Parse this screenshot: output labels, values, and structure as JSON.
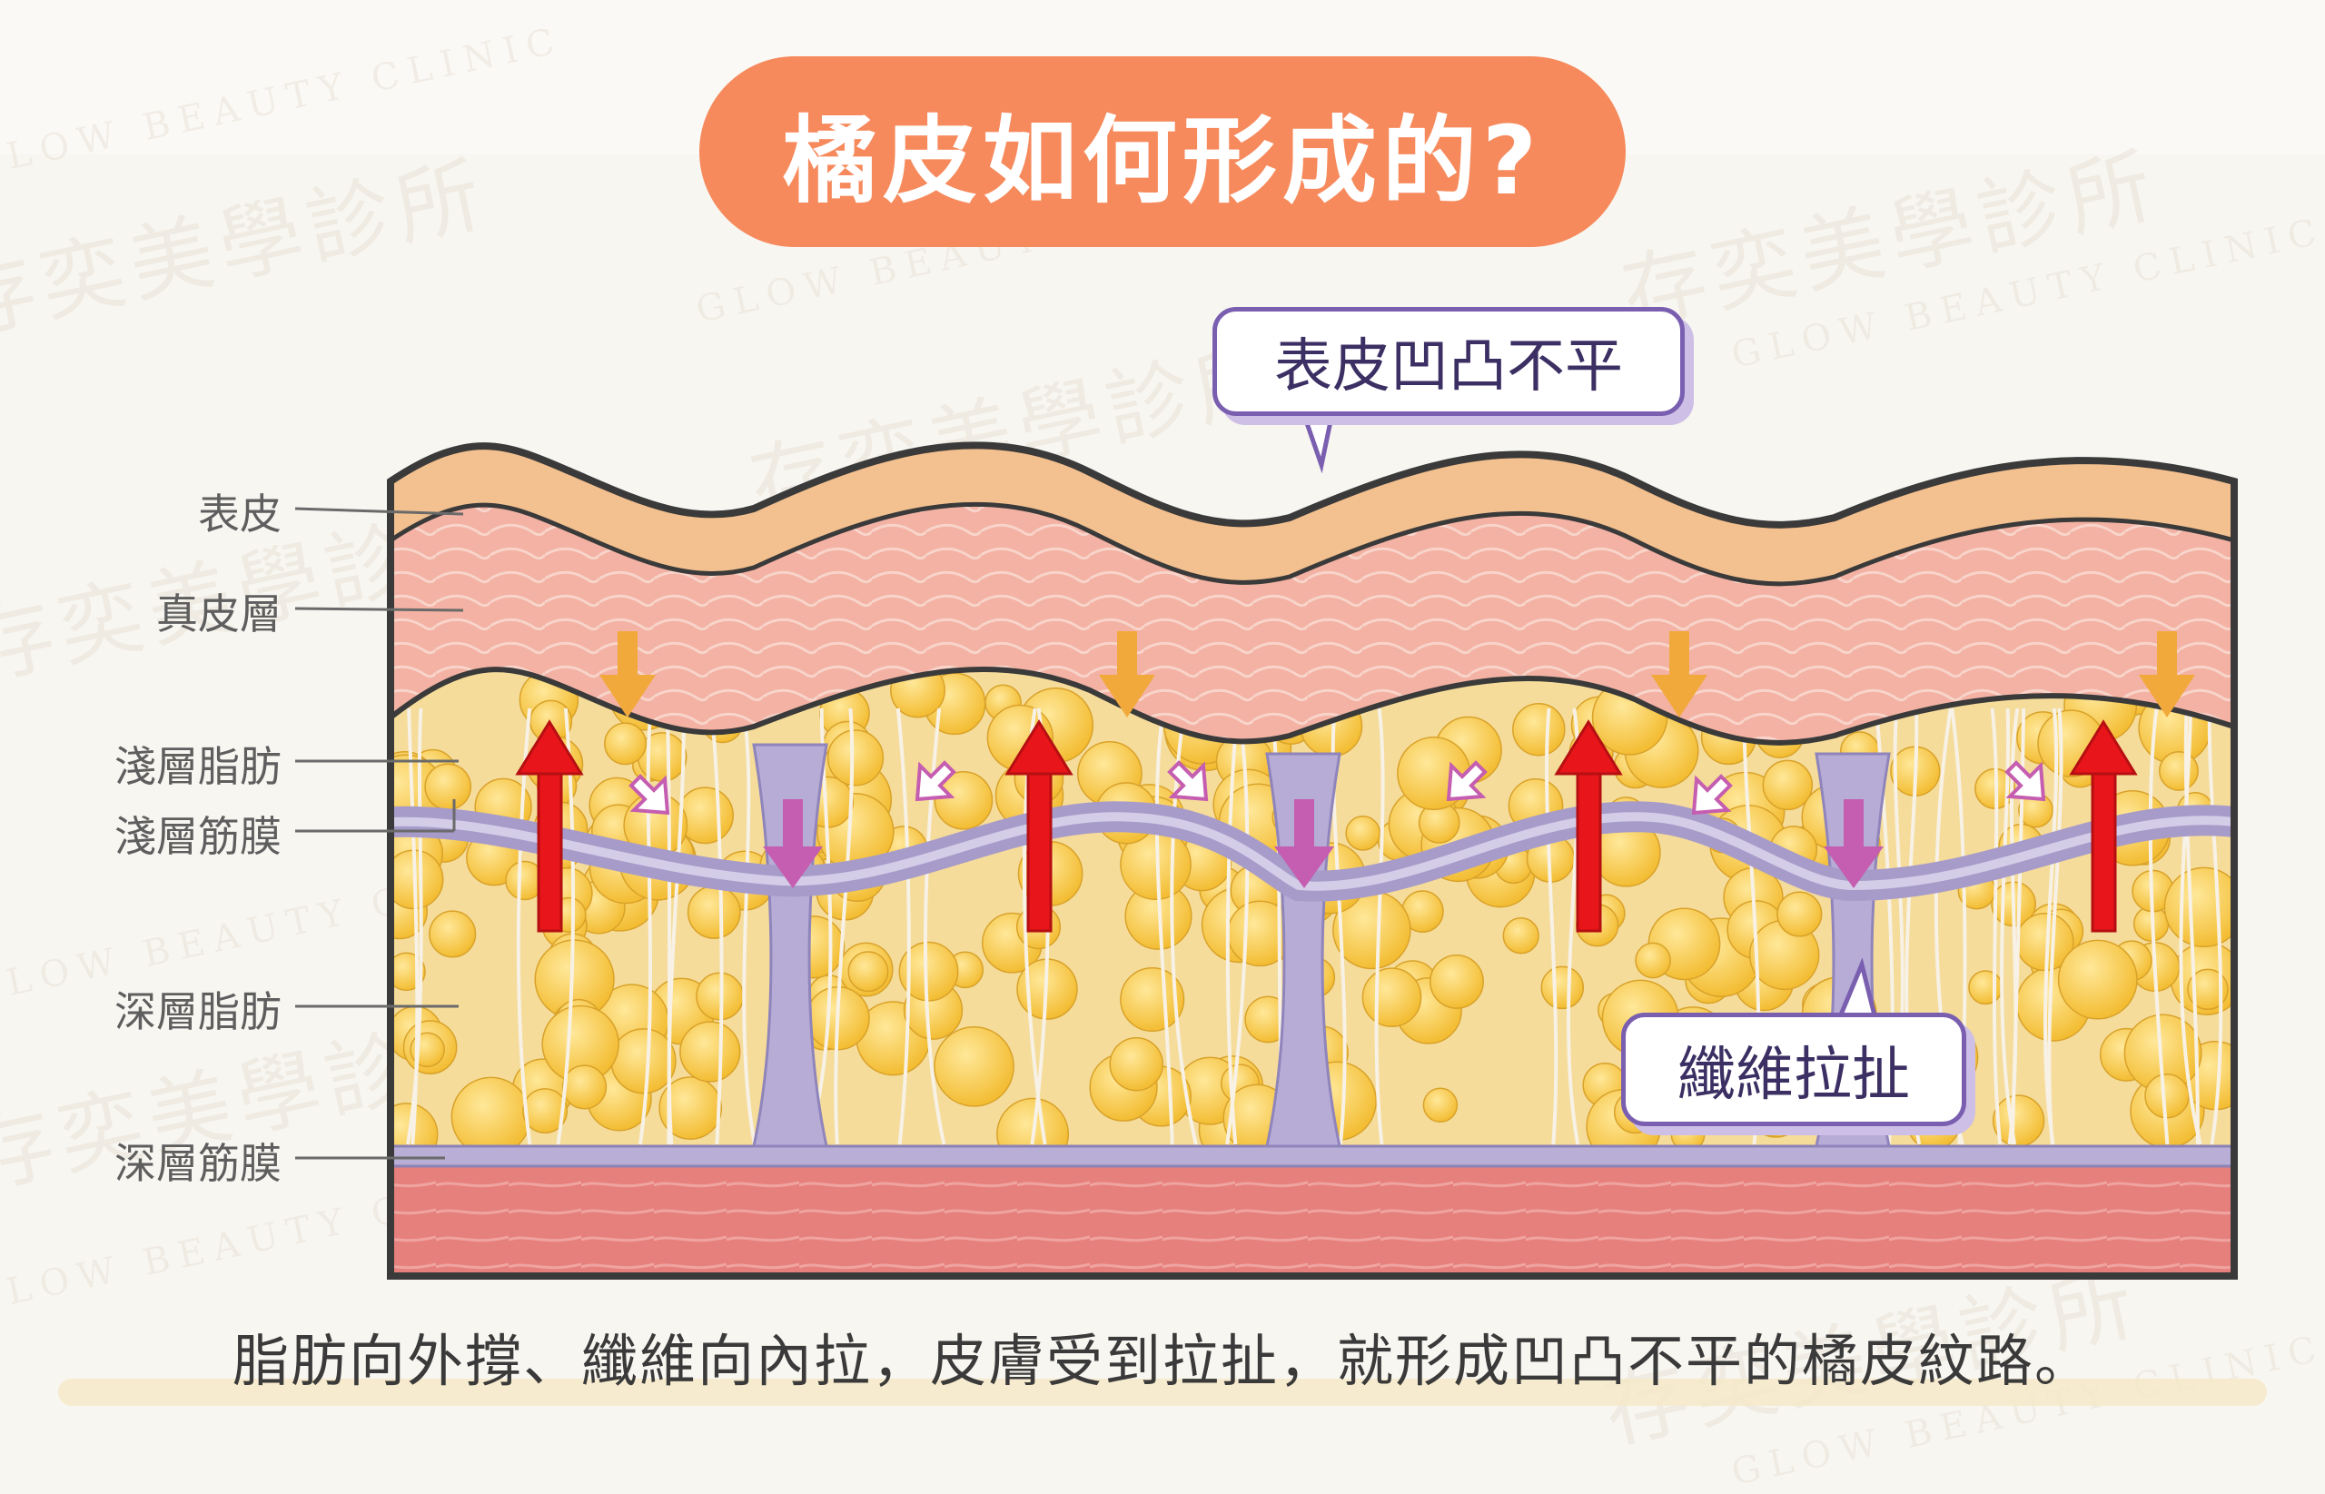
{
  "title": "橘皮如何形成的?",
  "callouts": {
    "surface": "表皮凹凸不平",
    "fiber": "纖維拉扯"
  },
  "layers": [
    "表皮",
    "真皮層",
    "淺層脂肪",
    "淺層筋膜",
    "深層脂肪",
    "深層筋膜"
  ],
  "caption": "脂肪向外撐、纖維向內拉，皮膚受到拉扯，就形成凹凸不平的橘皮紋路。",
  "watermark": {
    "cn": "存奕美學診所",
    "en": "GLOW BEAUTY CLINIC"
  },
  "colors": {
    "title_bg": "#f68a5c",
    "epidermis": "#f3c08f",
    "dermis": "#f2aa9c",
    "fat": "#f6c544",
    "fascia": "#a79bc9",
    "muscle": "#e98a86",
    "arrow_fat_push": "#e8151a",
    "arrow_surface": "#f2a93b",
    "arrow_fiber_pull": "#c55db0",
    "callout_border": "#7a5fb0"
  }
}
